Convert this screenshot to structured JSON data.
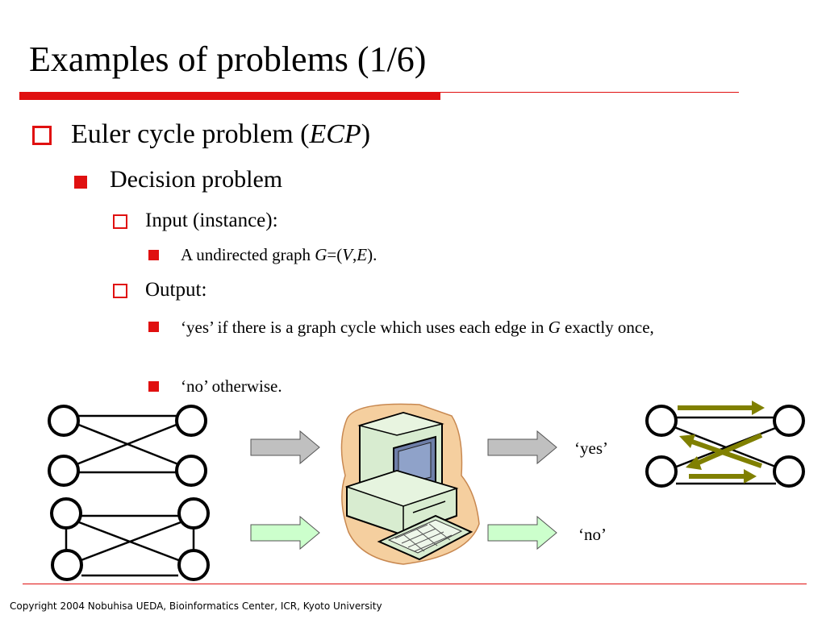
{
  "slide": {
    "title": "Examples of problems (1/6)"
  },
  "bullets": {
    "l1": {
      "text": "Euler cycle problem (",
      "em": "ECP",
      "tail": ")"
    },
    "l2": {
      "text": "Decision problem"
    },
    "input": {
      "label": "Input (instance):",
      "item": {
        "text": "A undirected graph ",
        "g": "G",
        "eq": "=(",
        "v": "V",
        "comma": ",",
        "e": "E",
        "tail": ")."
      }
    },
    "output": {
      "label": "Output:",
      "yes_item": {
        "text": "‘yes’ if there is a graph cycle which uses each edge in ",
        "g": "G",
        "tail": " exactly once,"
      },
      "no_item": {
        "text": "‘no’ otherwise."
      }
    }
  },
  "diagram": {
    "yes_label": "‘yes’",
    "no_label": "‘no’",
    "colors": {
      "gray_arrow": "#c0c0c0",
      "green_arrow": "#ccffcc",
      "olive_arrow": "#808000",
      "accent": "#e01010"
    }
  },
  "footer": {
    "copyright": "Copyright 2004 Nobuhisa UEDA, Bioinformatics Center, ICR, Kyoto University"
  }
}
